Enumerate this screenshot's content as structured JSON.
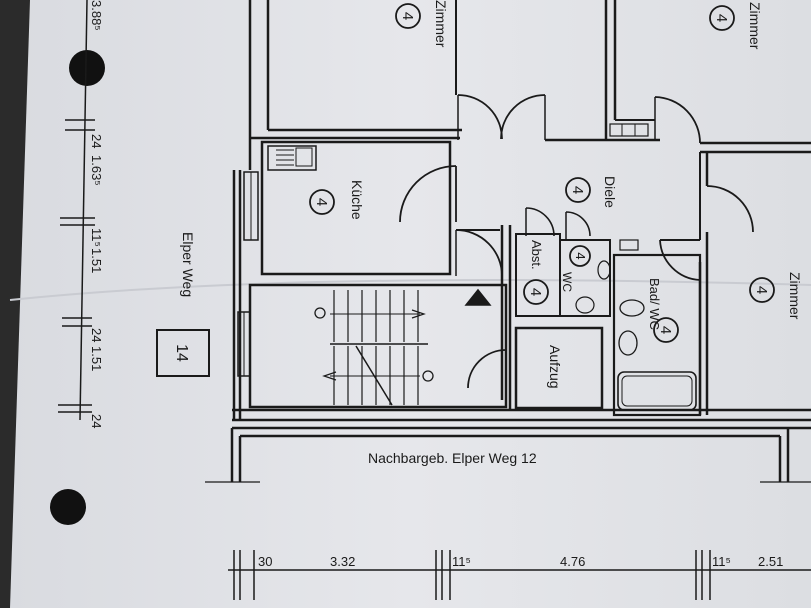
{
  "plan": {
    "rooms": {
      "zimmer_left": "Zimmer",
      "zimmer_top_right": "Zimmer",
      "zimmer_right": "Zimmer",
      "kueche": "Küche",
      "diele": "Diele",
      "abst": "Abst.",
      "wc": "WC",
      "bad_wc": "Bad/ WC",
      "aufzug": "Aufzug"
    },
    "circle_numbers": {
      "zimmer_left": "4",
      "zimmer_top_right": "4",
      "kueche": "4",
      "diele": "4",
      "abst": "4",
      "wc": "4",
      "bad": "4",
      "zimmer_right": "4"
    },
    "street": "Elper Weg",
    "house_number": "14",
    "neighbour": "Nachbargeb. Elper Weg 12"
  },
  "dimensions": {
    "left_vertical": [
      "3.88⁵",
      "24",
      "1.63⁵",
      "11⁵",
      "1.51",
      "24",
      "1.51",
      "24"
    ],
    "bottom_horizontal": [
      "30",
      "3.32",
      "11⁵",
      "4.76",
      "11⁵",
      "2.51"
    ]
  }
}
